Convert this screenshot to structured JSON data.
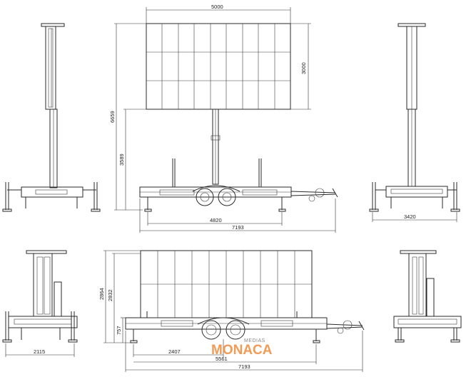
{
  "dimensions": {
    "top_front": {
      "width_5000": "5000",
      "height_3000": "3000",
      "height_6659": "6659",
      "height_3589": "3589",
      "length_4820": "4820",
      "length_7193": "7193"
    },
    "top_rear": {
      "width_3420": "3420"
    },
    "bottom_front": {
      "height_2864": "2864",
      "height_2832": "2832",
      "height_757": "757",
      "length_2407": "2407",
      "length_5561": "5561",
      "length_7193": "7193"
    },
    "bottom_left": {
      "width_2115": "2115"
    }
  },
  "logo": {
    "line1": "MEDIAS",
    "line2": "MONACA"
  },
  "colors": {
    "line": "#2a2a2a",
    "logo": "#f08a3a"
  }
}
